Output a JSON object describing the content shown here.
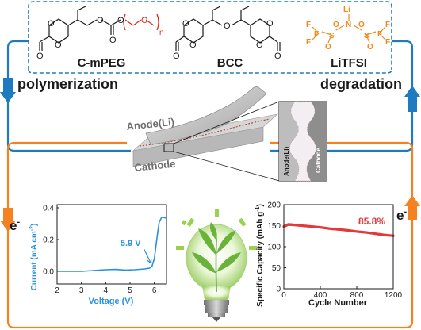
{
  "colors": {
    "blue": "#1f7bc0",
    "orange": "#f58220",
    "black": "#1a1a1a",
    "red": "#e1251b",
    "inset_blue": "#2a8fe0",
    "cycle_red": "#e23b3b",
    "chem_orange": "#f08a1c"
  },
  "top": {
    "molecules": [
      {
        "label": "C-mPEG",
        "repeat_subscript": "n"
      },
      {
        "label": "BCC"
      },
      {
        "label": "LiTFSI",
        "atoms": {
          "li": "Li",
          "n": "N",
          "s": "S",
          "o": "O",
          "f": "F"
        }
      }
    ],
    "atom_o": "O",
    "left_process": "polymerization",
    "right_process": "degradation"
  },
  "cell": {
    "anode_label": "Anode(Li)",
    "cathode_label": "Cathode",
    "inset_anode": "Anode(Li)",
    "inset_cathode": "Cathode"
  },
  "side": {
    "left_electron": "e",
    "right_electron": "e",
    "electron_superscript": "-"
  },
  "chart_data": [
    {
      "type": "line",
      "xlabel": "Voltage (V)",
      "ylabel": "Current (mA cm",
      "ylabel_superscript": "-2",
      "ylabel_close": ")",
      "xlim": [
        2,
        6.5
      ],
      "ylim": [
        -0.08,
        0.42
      ],
      "xticks": [
        "2",
        "3",
        "4",
        "5",
        "6"
      ],
      "yticks": [
        "0.0",
        "0.2",
        "0.4"
      ],
      "annotation": "5.9 V",
      "annotation_at": 5.9,
      "series": [
        {
          "x": [
            2.0,
            3.0,
            3.5,
            4.0,
            4.4,
            4.8,
            5.2,
            5.6,
            5.8,
            5.9,
            6.0,
            6.1,
            6.2,
            6.3,
            6.35,
            6.5
          ],
          "y": [
            0.0,
            0.0,
            0.005,
            0.01,
            0.012,
            0.008,
            0.01,
            0.015,
            0.02,
            0.03,
            0.08,
            0.2,
            0.31,
            0.34,
            0.34,
            0.335
          ]
        }
      ]
    },
    {
      "type": "scatter",
      "xlabel": "Cycle Number",
      "ylabel": "Specific Capacity (mAh g",
      "ylabel_superscript": "-1",
      "ylabel_close": ")",
      "xlim": [
        0,
        1200
      ],
      "ylim": [
        0,
        200
      ],
      "xticks": [
        "0",
        "400",
        "800",
        "1200"
      ],
      "yticks": [
        "0",
        "50",
        "100",
        "150",
        "200"
      ],
      "annotation": "85.8%",
      "series": [
        {
          "x": [
            0,
            50,
            100,
            200,
            300,
            400,
            500,
            600,
            700,
            800,
            900,
            1000,
            1100,
            1200
          ],
          "y": [
            148,
            153,
            152,
            150,
            148,
            146,
            143,
            141,
            139,
            136,
            134,
            131,
            128,
            126
          ]
        }
      ]
    }
  ]
}
